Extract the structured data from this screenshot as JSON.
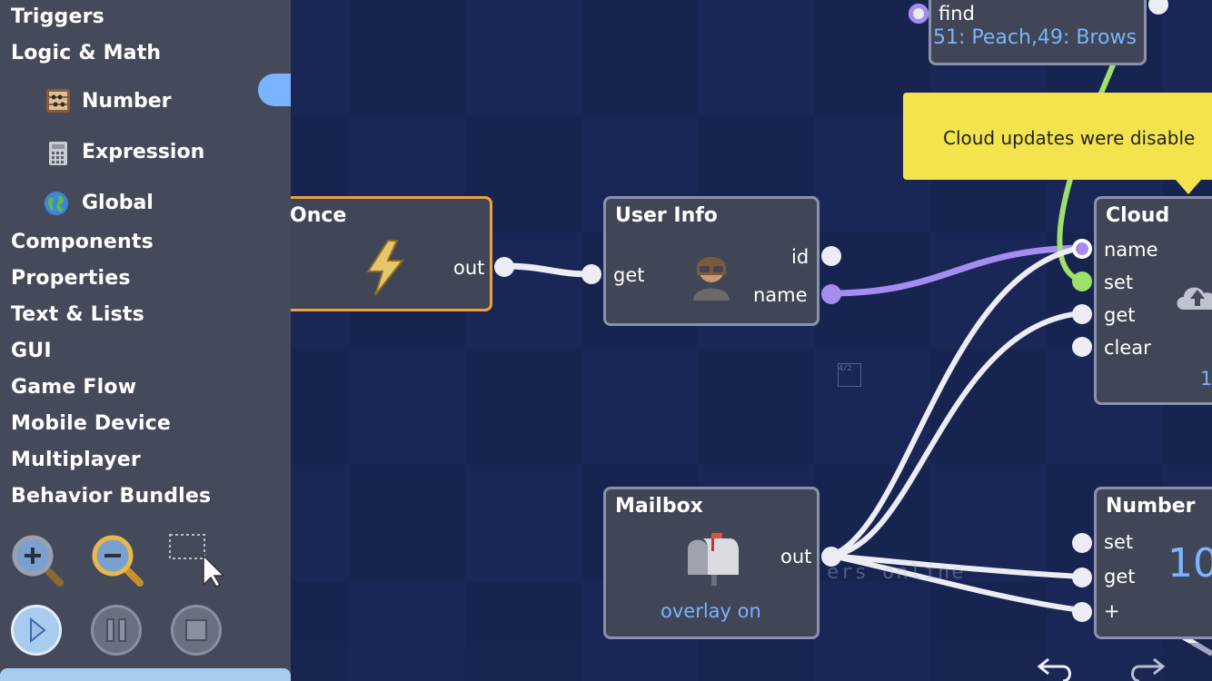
{
  "sidebar": {
    "categories": [
      "Triggers",
      "Logic & Math",
      "Components",
      "Properties",
      "Text & Lists",
      "GUI",
      "Game Flow",
      "Mobile Device",
      "Multiplayer",
      "Behavior Bundles"
    ],
    "logic_items": [
      {
        "label": "Number",
        "icon": "abacus-icon"
      },
      {
        "label": "Expression",
        "icon": "calculator-icon"
      },
      {
        "label": "Global",
        "icon": "globe-icon"
      }
    ],
    "tools": [
      "zoom-in-icon",
      "zoom-out-icon",
      "select-box-icon"
    ],
    "playback": [
      "play-icon",
      "pause-icon",
      "stop-icon"
    ]
  },
  "nodes": {
    "top_node": {
      "port_find": "find",
      "port_find_right": "find",
      "value": "51: Peach,49: Brows"
    },
    "once": {
      "title": "Once",
      "port_out": "out"
    },
    "user_info": {
      "title": "User Info",
      "port_get": "get",
      "port_id": "id",
      "port_name": "name"
    },
    "cloud": {
      "title": "Cloud",
      "ports": [
        "name",
        "set",
        "get",
        "clear"
      ],
      "value": "1"
    },
    "mailbox": {
      "title": "Mailbox",
      "port_out": "out",
      "status": "overlay on"
    },
    "number": {
      "title": "Number",
      "ports": [
        "set",
        "get",
        "+"
      ],
      "value": "10"
    }
  },
  "tooltip": {
    "text": "Cloud updates were disable"
  },
  "canvas": {
    "ghost_text": "ers online",
    "ghost_small": "4/2"
  },
  "colors": {
    "canvas": "#1a2756",
    "node": "#404656",
    "node_border": "#8b91ad",
    "once_border": "#f0a040",
    "wire_purple": "#a48cf0",
    "wire_green": "#9fe06b",
    "tooltip": "#f3e34c",
    "sidebar": "#454a5b"
  }
}
